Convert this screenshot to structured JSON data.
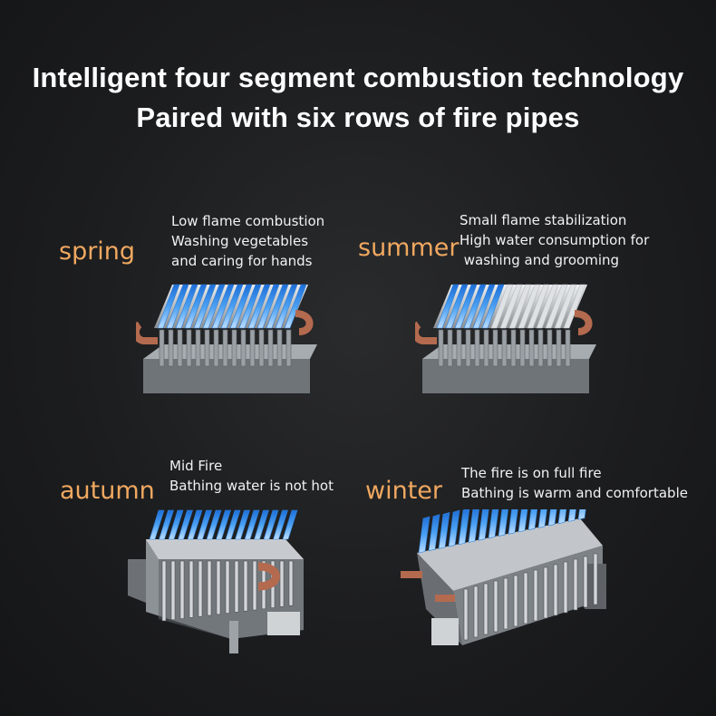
{
  "header": {
    "title_line1": "Intelligent four segment combustion technology",
    "title_line2": "Paired with six rows of fire pipes"
  },
  "panels": {
    "spring": {
      "season": "spring",
      "lines": [
        "Low flame combustion",
        "Washing vegetables",
        "and caring for hands"
      ],
      "flame_level": 1.0
    },
    "summer": {
      "season": "summer",
      "lines": [
        "Small flame stabilization",
        "High water consumption for",
        " washing and grooming"
      ],
      "flame_level": 0.4
    },
    "autumn": {
      "season": "autumn",
      "lines": [
        "Mid Fire",
        "Bathing water is not hot"
      ],
      "flame_level": 1.0
    },
    "winter": {
      "season": "winter",
      "lines": [
        "The fire is on full fire",
        "Bathing is warm and comfortable"
      ],
      "flame_level": 1.0
    }
  },
  "colors": {
    "background": "#1c1d1f",
    "title": "#ffffff",
    "season_label": "#f0a860",
    "description": "#f2f2f2",
    "flame_blue": "#3a9bf0",
    "copper_pipe": "#b46a4e"
  }
}
